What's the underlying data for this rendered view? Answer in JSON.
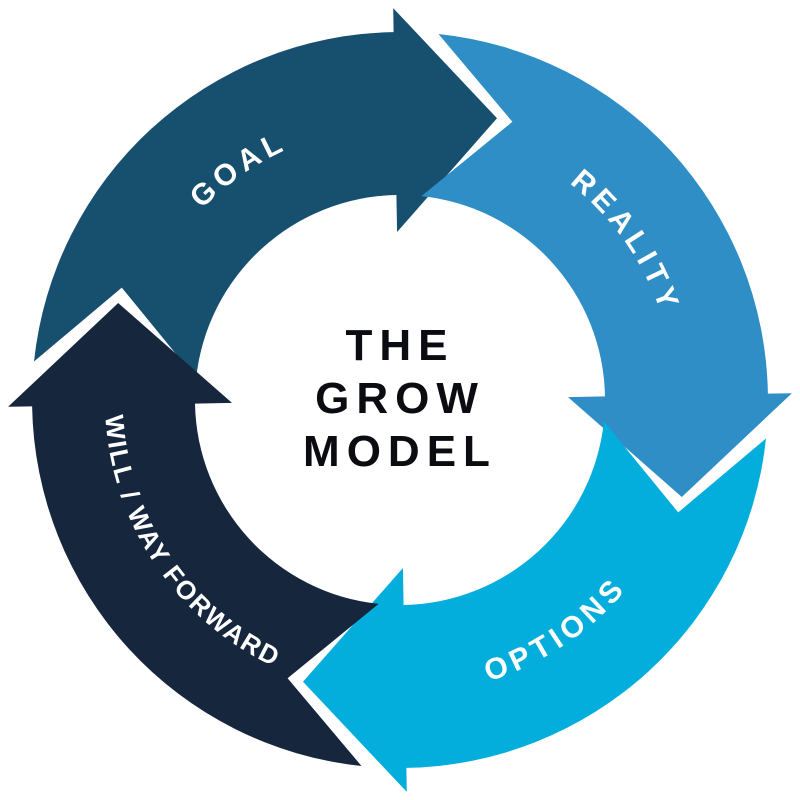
{
  "diagram": {
    "type": "cycle",
    "flow": "clockwise",
    "background": "#ffffff",
    "title": {
      "line1": "THE",
      "line2": "GROW",
      "line3": "MODEL",
      "color": "#0b0b12"
    },
    "label_color": "#ffffff",
    "steps": [
      {
        "order": 1,
        "id": "goal",
        "label": "GOAL",
        "color": "#17506e",
        "position": "top-left"
      },
      {
        "order": 2,
        "id": "reality",
        "label": "REALITY",
        "color": "#2e8ec5",
        "position": "top-right"
      },
      {
        "order": 3,
        "id": "options",
        "label": "OPTIONS",
        "color": "#04aedc",
        "position": "bottom-right"
      },
      {
        "order": 4,
        "id": "will",
        "label": "WILL / WAY FORWARD",
        "color": "#16263c",
        "position": "bottom-left"
      }
    ]
  }
}
